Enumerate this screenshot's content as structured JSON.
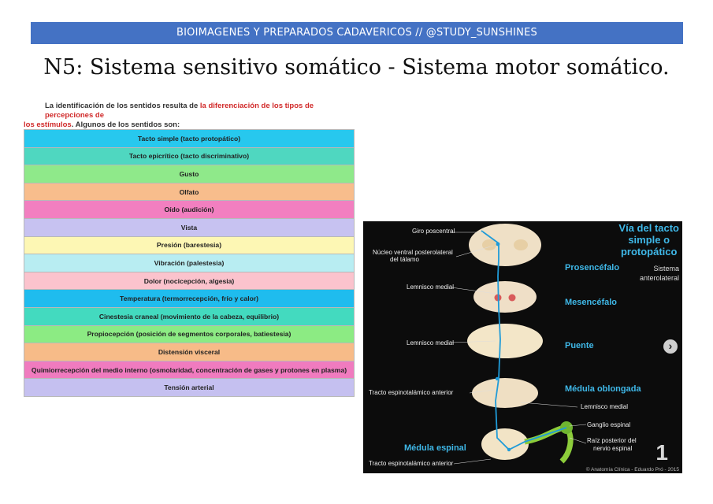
{
  "header": {
    "banner": "BIOIMAGENES Y PREPARADOS CADAVERICOS // @STUDY_SUNSHINES",
    "title": "N5: Sistema sensitivo somático - Sistema motor somático."
  },
  "intro": {
    "text_start": "La identificación de los sentidos resulta de ",
    "highlight_a": "la diferenciación de los tipos de percepciones de",
    "highlight_b": "los estímulos",
    "text_end": ". Algunos de los sentidos son:"
  },
  "senses": [
    {
      "label": "Tacto simple (tacto protopático)",
      "color": "#27c8ee"
    },
    {
      "label": "Tacto epicrítico (tacto discriminativo)",
      "color": "#4fd7c0"
    },
    {
      "label": "Gusto",
      "color": "#8fe98a"
    },
    {
      "label": "Olfato",
      "color": "#f8bd8c"
    },
    {
      "label": "Oído (audición)",
      "color": "#f27fc0"
    },
    {
      "label": "Vista",
      "color": "#c7c2f1"
    },
    {
      "label": "Presión (barestesia)",
      "color": "#fdf7b4"
    },
    {
      "label": "Vibración (palestesia)",
      "color": "#b8edf2"
    },
    {
      "label": "Dolor (nocicepción, algesia)",
      "color": "#fbc3cd"
    },
    {
      "label": "Temperatura (termorrecepción, frío y calor)",
      "color": "#1fbcee"
    },
    {
      "label": "Cinestesia craneal (movimiento de la cabeza, equilibrio)",
      "color": "#43dabf"
    },
    {
      "label": "Propiocepción (posición de segmentos corporales, batiestesia)",
      "color": "#8ceb83"
    },
    {
      "label": "Distensión visceral",
      "color": "#f7bb88"
    },
    {
      "label": "Quimiorrecepción del medio interno (osmolaridad, concentración de gases y protones en plasma)",
      "color": "#f07bbf"
    },
    {
      "label": "Tensión arterial",
      "color": "#c5c0f0"
    }
  ],
  "figure": {
    "heading_l1": "Vía del tacto",
    "heading_l2": "simple o",
    "heading_l3": "protopático",
    "side_l1": "Sistema",
    "side_l2": "anterolateral",
    "left_labels": {
      "giro": "Giro poscentral",
      "nucleo_l1": "Núcleo ventral posterolateral",
      "nucleo_l2": "del tálamo",
      "lemnisco1": "Lemnisco medial",
      "lemnisco2": "Lemnisco medial",
      "tracto1": "Tracto espinotalámico anterior",
      "tracto2": "Tracto espinotalámico anterior"
    },
    "levels": {
      "prosencefalo": "Prosencéfalo",
      "mesencefalo": "Mesencéfalo",
      "puente": "Puente",
      "medula_oblongada": "Médula oblongada",
      "medula_espinal": "Médula espinal"
    },
    "right_labels": {
      "lemnisco": "Lemnisco medial",
      "ganglio": "Ganglio espinal",
      "raiz_l1": "Raíz posterior del",
      "raiz_l2": "nervio espinal"
    },
    "slide_number": "1",
    "next_icon": "chevron-right-icon",
    "copyright": "© Anatomía Clínica - Eduardo Pró - 2015"
  }
}
